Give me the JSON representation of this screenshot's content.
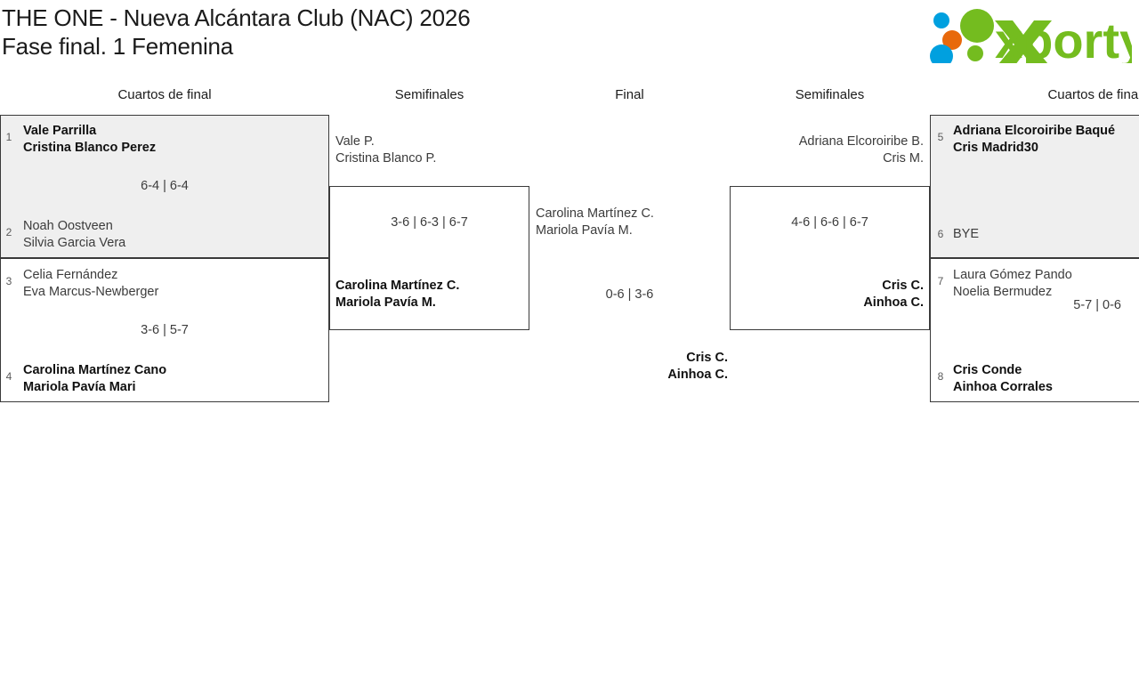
{
  "header": {
    "title_line1": "THE ONE - Nueva Alcántara Club (NAC) 2026",
    "title_line2": "Fase final. 1 Femenina",
    "logo_text": "xporty",
    "logo_colors": {
      "green": "#74bc1f",
      "orange": "#e8690b",
      "blue": "#00a0df"
    }
  },
  "rounds": {
    "qf_left": "Cuartos de final",
    "sf_left": "Semifinales",
    "final": "Final",
    "sf_right": "Semifinales",
    "qf_right": "Cuartos de final"
  },
  "bracket": {
    "qf1": {
      "top": {
        "seed": "1",
        "line1": "Vale Parrilla",
        "line2": "Cristina Blanco Perez",
        "winner": true
      },
      "bottom": {
        "seed": "2",
        "line1": "Noah Oostveen",
        "line2": "Silvia Garcia Vera",
        "winner": false
      },
      "score": "6-4 | 6-4"
    },
    "qf2": {
      "top": {
        "seed": "3",
        "line1": "Celia Fernández",
        "line2": "Eva Marcus-Newberger",
        "winner": false
      },
      "bottom": {
        "seed": "4",
        "line1": "Carolina Martínez Cano",
        "line2": "Mariola Pavía Mari",
        "winner": true
      },
      "score": "3-6 | 5-7"
    },
    "qf3": {
      "top": {
        "seed": "5",
        "line1": "Adriana Elcoroiribe Baqué",
        "line2": "Cris Madrid30",
        "winner": true
      },
      "bottom": {
        "seed": "6",
        "line1": "BYE",
        "line2": "",
        "winner": false
      },
      "score": ""
    },
    "qf4": {
      "top": {
        "seed": "7",
        "line1": "Laura Gómez Pando",
        "line2": "Noelia Bermudez",
        "winner": false
      },
      "bottom": {
        "seed": "8",
        "line1": "Cris Conde",
        "line2": "Ainhoa Corrales",
        "winner": true
      },
      "score": "5-7 | 0-6"
    },
    "sf_left": {
      "top": {
        "line1": "Vale P.",
        "line2": "Cristina Blanco P.",
        "winner": false
      },
      "bottom": {
        "line1": "Carolina Martínez C.",
        "line2": "Mariola Pavía M.",
        "winner": true
      },
      "score": "3-6 | 6-3 | 6-7"
    },
    "sf_right": {
      "top": {
        "line1": "Adriana Elcoroiribe B.",
        "line2": "Cris M.",
        "winner": false
      },
      "bottom": {
        "line1": "Cris C.",
        "line2": "Ainhoa C.",
        "winner": true
      },
      "score": "4-6 | 6-6 | 6-7"
    },
    "final": {
      "left": {
        "line1": "Carolina Martínez C.",
        "line2": "Mariola Pavía M.",
        "winner": false
      },
      "right": {
        "line1": "Cris C.",
        "line2": "Ainhoa C.",
        "winner": true
      },
      "score": "0-6 | 3-6"
    },
    "champion": {
      "line1": "Cris C.",
      "line2": "Ainhoa C."
    }
  }
}
